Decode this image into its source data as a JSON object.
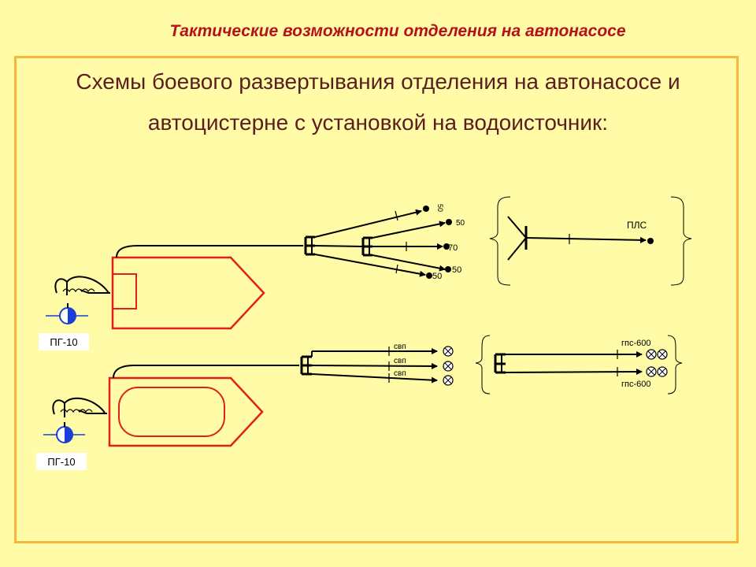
{
  "slide": {
    "title": "Тактические возможности отделения на автонасосе",
    "heading_line1": "Схемы боевого развертывания отделения на автонасосе и",
    "heading_line2": "автоцистерне  с установкой на водоисточник:"
  },
  "diagram": {
    "hydrant_top_label": "ПГ-10",
    "hydrant_bottom_label": "ПГ-10",
    "nozzle_top_1": "50",
    "nozzle_top_2": "50",
    "nozzle_top_3": "70",
    "nozzle_top_4": "50",
    "nozzle_top_5": "50",
    "pls_label": "ПЛС",
    "svp_1": "свп",
    "svp_2": "свп",
    "svp_3": "свп",
    "gps_top": "гпс-600",
    "gps_bottom": "гпс-600"
  },
  "colors": {
    "title": "#b5121b",
    "heading": "#5a1e1e",
    "vehicle_outline": "#e0201c",
    "frame": "#f5b63a",
    "hydrant_blue": "#1a3fd6",
    "background": "#fffba6"
  }
}
